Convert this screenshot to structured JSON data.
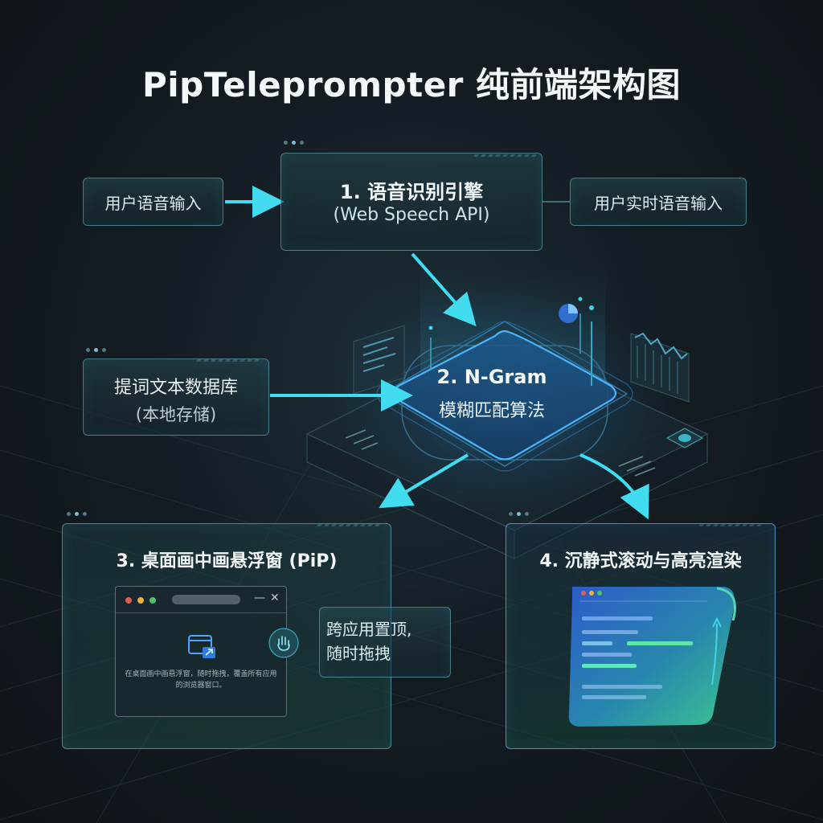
{
  "title": "PipTeleprompter 纯前端架构图",
  "nodes": {
    "input_left": "用户语音输入",
    "input_right": "用户实时语音输入",
    "asr": {
      "line1": "1. 语音识别引擎",
      "line2": "(Web Speech API)"
    },
    "db": {
      "line1": "提词文本数据库",
      "line2": "(本地存储)"
    },
    "ngram": {
      "line1": "2. N-Gram",
      "line2": "模糊匹配算法"
    },
    "pip": {
      "title": "3. 桌面画中画悬浮窗 (PiP)",
      "callout_line1": "跨应用置顶,",
      "callout_line2": "随时拖拽",
      "window_desc": "在桌面画中画悬浮窗，随时拖拽，覆盖所有应用的浏览器窗口。"
    },
    "scroll": {
      "title": "4. 沉静式滚动与高亮渲染"
    }
  },
  "colors": {
    "accent_cyan": "#3fd4e8",
    "accent_blue": "#3a7bff",
    "accent_green": "#4ee6a6",
    "background": "#141c22"
  },
  "icons": [
    "pie-chart-icon",
    "line-chart-icon",
    "pip-window-icon",
    "scroll-arrow-icon",
    "chip-icon"
  ]
}
